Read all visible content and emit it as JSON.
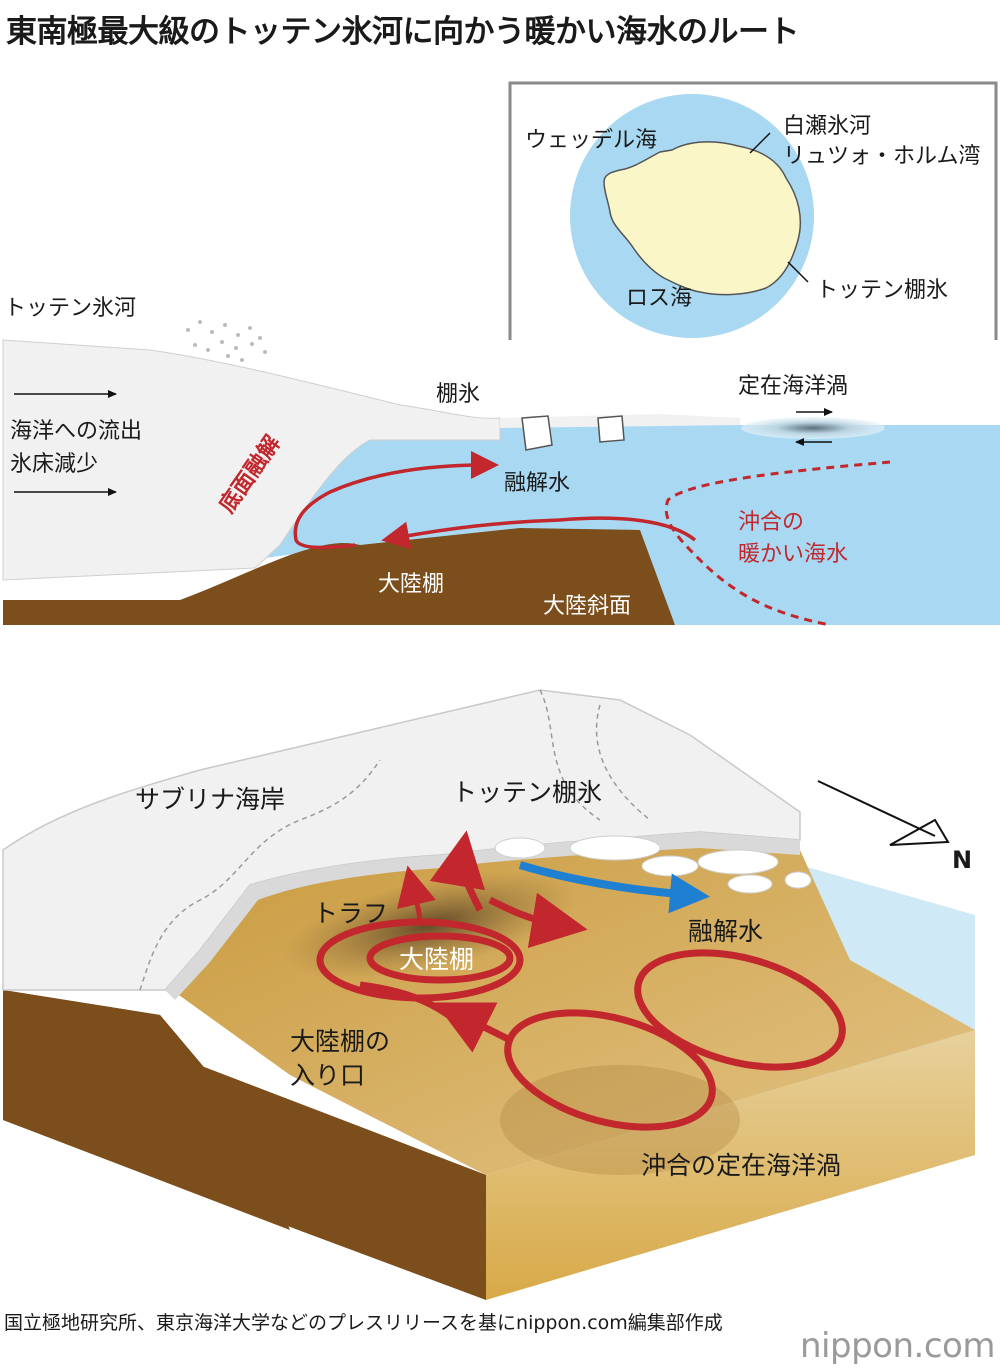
{
  "title": "東南極最大級のトッテン氷河に向かう暖かい海水のルート",
  "inset": {
    "weddell": "ウェッデル海",
    "shirase": "白瀬氷河",
    "lutzow": "リュツォ・ホルム湾",
    "ross": "ロス海",
    "totten_shelf": "トッテン棚氷"
  },
  "section": {
    "totten_glacier": "トッテン氷河",
    "ocean_outflow": "海洋への流出",
    "ice_sheet_loss": "氷床減少",
    "ice_shelf": "棚氷",
    "standing_eddy": "定在海洋渦",
    "basal_melt": "底面融解",
    "meltwater": "融解水",
    "offshore_warm_1": "沖合の",
    "offshore_warm_2": "暖かい海水",
    "continental_shelf": "大陸棚",
    "continental_slope": "大陸斜面"
  },
  "block": {
    "sabrina_coast": "サブリナ海岸",
    "totten_ice_shelf": "トッテン棚氷",
    "north": "N",
    "trough": "トラフ",
    "continental_shelf": "大陸棚",
    "meltwater": "融解水",
    "shelf_entrance_1": "大陸棚の",
    "shelf_entrance_2": "入り口",
    "offshore_eddy": "沖合の定在海洋渦"
  },
  "credit": "国立極地研究所、東京海洋大学などのプレスリリースを基にnippon.com編集部作成",
  "logo": "nippon.com",
  "colors": {
    "ocean": "#a9d9f2",
    "ice": "#f1f1f1",
    "bedrock": "#7b4e1c",
    "seafloor": "#d7a94a",
    "warm_water": "#c1272d",
    "meltwater_arrow": "#1f7fd1",
    "antarctica": "#fbf6c8"
  }
}
